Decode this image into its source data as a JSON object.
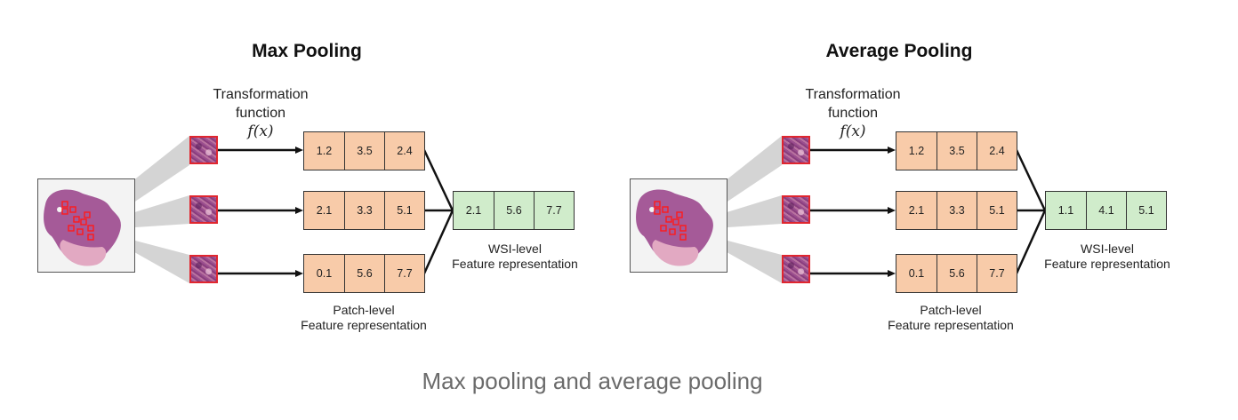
{
  "caption": "Max pooling and average pooling",
  "colors": {
    "patch_vector_fill": "#f8cba9",
    "wsi_vector_fill": "#d0eccb",
    "patch_border": "#e0262f",
    "cone": "#cfcfcf",
    "caption_text": "#6b6b6b"
  },
  "panels": [
    {
      "title": "Max Pooling",
      "transform_label": [
        "Transformation",
        "function"
      ],
      "transform_fn": "f(x)",
      "patch_vectors": [
        [
          "1.2",
          "3.5",
          "2.4"
        ],
        [
          "2.1",
          "3.3",
          "5.1"
        ],
        [
          "0.1",
          "5.6",
          "7.7"
        ]
      ],
      "patch_label": [
        "Patch-level",
        "Feature representation"
      ],
      "wsi_vector": [
        "2.1",
        "5.6",
        "7.7"
      ],
      "wsi_label": [
        "WSI-level",
        "Feature representation"
      ]
    },
    {
      "title": "Average Pooling",
      "transform_label": [
        "Transformation",
        "function"
      ],
      "transform_fn": "f(x)",
      "patch_vectors": [
        [
          "1.2",
          "3.5",
          "2.4"
        ],
        [
          "2.1",
          "3.3",
          "5.1"
        ],
        [
          "0.1",
          "5.6",
          "7.7"
        ]
      ],
      "patch_label": [
        "Patch-level",
        "Feature representation"
      ],
      "wsi_vector": [
        "1.1",
        "4.1",
        "5.1"
      ],
      "wsi_label": [
        "WSI-level",
        "Feature representation"
      ]
    }
  ]
}
